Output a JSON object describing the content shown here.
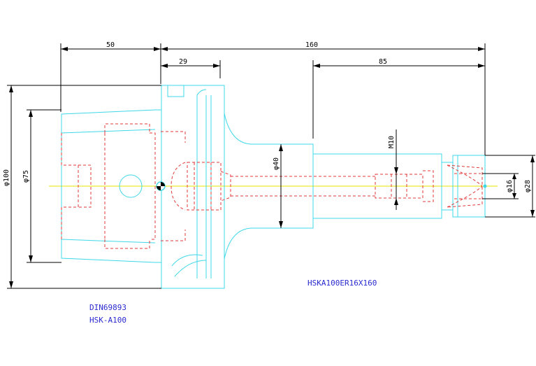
{
  "dimensions": {
    "d50": "50",
    "d160": "160",
    "d29": "29",
    "d85": "85",
    "d100": "φ100",
    "d75": "φ75",
    "d40": "φ40",
    "dM10": "M10",
    "d16": "φ16",
    "d28": "φ28"
  },
  "labels": {
    "part_code": "HSKA100ER16X160",
    "standard": "DIN69893",
    "interface": "HSK-A100"
  },
  "colors": {
    "outline": "#3ed8e8",
    "hidden": "#e23a3a",
    "centerline": "#e6e600",
    "dimension": "#000000",
    "notes": "#2a2ad0"
  }
}
